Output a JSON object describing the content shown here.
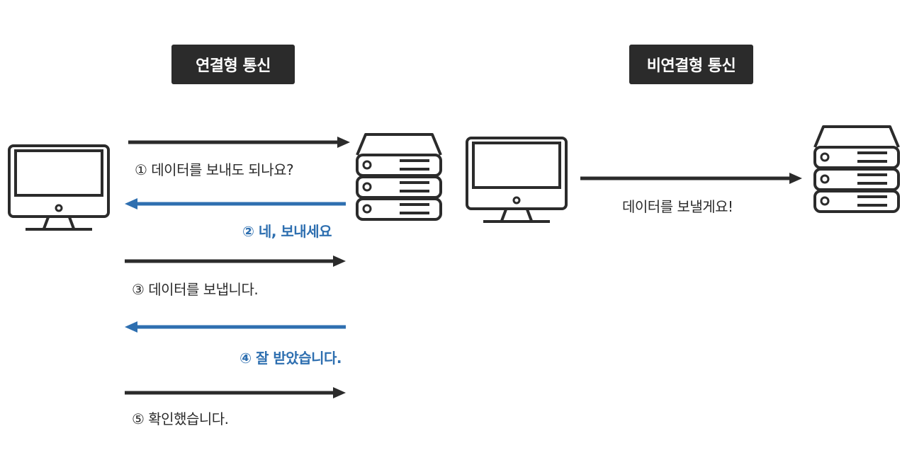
{
  "colors": {
    "dark": "#2b2b2b",
    "blue": "#2e6fb0",
    "badge_text": "#ffffff"
  },
  "connection_oriented": {
    "title": "연결형 통신",
    "client_icon": "monitor-icon",
    "server_icon": "server-icon",
    "steps": [
      {
        "text": "① 데이터를 보내도 되나요?",
        "direction": "client-to-server",
        "color": "dark"
      },
      {
        "text": "② 네, 보내세요",
        "direction": "server-to-client",
        "color": "blue"
      },
      {
        "text": "③ 데이터를 보냅니다.",
        "direction": "client-to-server",
        "color": "dark"
      },
      {
        "text": "④ 잘 받았습니다.",
        "direction": "server-to-client",
        "color": "blue"
      },
      {
        "text": "⑤ 확인했습니다.",
        "direction": "client-to-server",
        "color": "dark"
      }
    ]
  },
  "connectionless": {
    "title": "비연결형 통신",
    "client_icon": "monitor-icon",
    "server_icon": "server-icon",
    "message": {
      "text": "데이터를 보낼게요!",
      "direction": "client-to-server",
      "color": "dark"
    }
  }
}
